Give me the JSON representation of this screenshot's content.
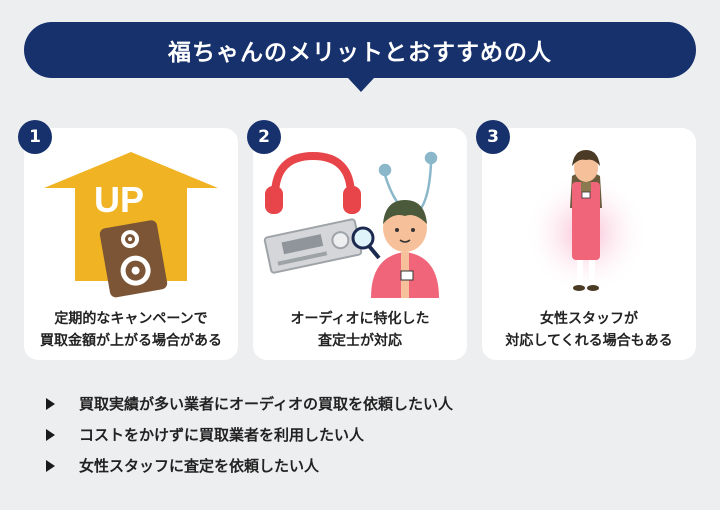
{
  "header": {
    "title": "福ちゃんのメリットとおすすめの人"
  },
  "cards": [
    {
      "number": "1",
      "caption_lines": [
        "定期的なキャンペーンで",
        "買取金額が上がる場合がある"
      ],
      "arrow_text": "UP"
    },
    {
      "number": "2",
      "caption_lines": [
        "オーディオに特化した",
        "査定士が対応"
      ]
    },
    {
      "number": "3",
      "caption_lines": [
        "女性スタッフが",
        "対応してくれる場合もある"
      ]
    }
  ],
  "recommendations": [
    "買取実績が多い業者にオーディオの買取を依頼したい人",
    "コストをかけずに買取業者を利用したい人",
    "女性スタッフに査定を依頼したい人"
  ],
  "colors": {
    "navy": "#17316d",
    "arrow": "#f0b323",
    "speaker": "#7b5535",
    "apron": "#f0657a",
    "background": "#edeef0"
  },
  "icons": [
    "up-arrow-icon",
    "speaker-icon",
    "headphones-icon",
    "earphones-icon",
    "audio-receiver-icon",
    "magnifier-icon",
    "appraiser-icon",
    "female-staff-icon",
    "bullet-triangle-icon"
  ]
}
